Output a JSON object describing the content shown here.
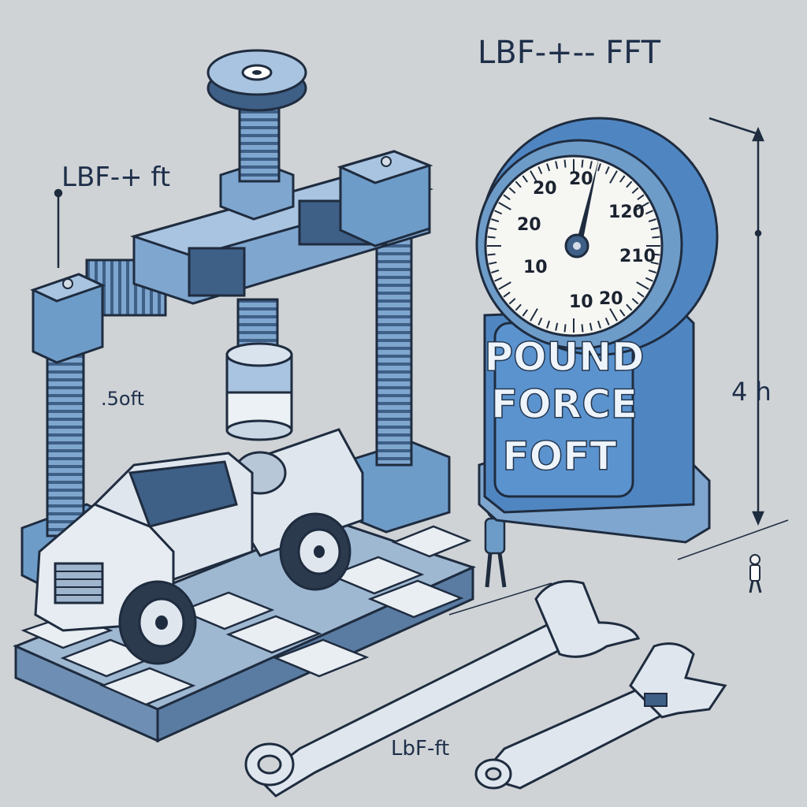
{
  "labels": {
    "top_right": "LBF-+-- FFT",
    "left": "LBF-+ ft",
    "press_small": ".5oft",
    "wrench": "LbF-ft",
    "height": "4 h"
  },
  "gauge": {
    "numbers": [
      "20",
      "20",
      "120",
      "20",
      "210",
      "10",
      "10",
      "20"
    ],
    "plate_lines": [
      "POUND",
      "FORCE",
      "FOFT"
    ]
  },
  "colors": {
    "steel_blue": "#6e9cc9",
    "steel_dark": "#3e5f86",
    "outline": "#1f2c3f",
    "plate": "#4f86c2",
    "truck": "#dfe6ee",
    "background": "#cfd3d6"
  }
}
